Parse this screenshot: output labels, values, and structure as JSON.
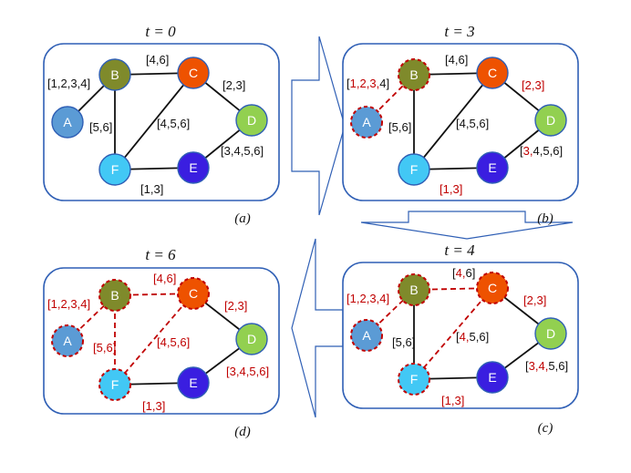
{
  "colors": {
    "panel_border": "#2f5fb5",
    "edge_black": "#111111",
    "edge_red": "#c00000",
    "text_black": "#111111",
    "text_red": "#c00000",
    "arrow_stroke": "#2f5fb5",
    "node_A": "#5b9bd5",
    "node_B": "#7f8a2b",
    "node_C": "#ee5200",
    "node_D": "#92d050",
    "node_E": "#3a1ee0",
    "node_F": "#42c8f5"
  },
  "nodes": [
    "A",
    "B",
    "C",
    "D",
    "E",
    "F"
  ],
  "panels": [
    {
      "id": "a",
      "title": "t = 0",
      "caption": "(a)",
      "infected_nodes": [],
      "edges": [
        {
          "from": "A",
          "to": "B",
          "infected": false,
          "label": [
            "1",
            "2",
            "3",
            "4"
          ],
          "red_count": 0
        },
        {
          "from": "B",
          "to": "C",
          "infected": false,
          "label": [
            "4",
            "6"
          ],
          "red_count": 0
        },
        {
          "from": "C",
          "to": "D",
          "infected": false,
          "label": [
            "2",
            "3"
          ],
          "red_count": 0
        },
        {
          "from": "B",
          "to": "F",
          "infected": false,
          "label": [
            "5",
            "6"
          ],
          "red_count": 0
        },
        {
          "from": "C",
          "to": "F",
          "infected": false,
          "label": [
            "4",
            "5",
            "6"
          ],
          "red_count": 0
        },
        {
          "from": "D",
          "to": "E",
          "infected": false,
          "label": [
            "3",
            "4",
            "5",
            "6"
          ],
          "red_count": 0
        },
        {
          "from": "F",
          "to": "E",
          "infected": false,
          "label": [
            "1",
            "3"
          ],
          "red_count": 0
        }
      ]
    },
    {
      "id": "b",
      "title": "t = 3",
      "caption": "(b)",
      "infected_nodes": [
        "A",
        "B"
      ],
      "edges": [
        {
          "from": "A",
          "to": "B",
          "infected": true,
          "label": [
            "1",
            "2",
            "3",
            "4"
          ],
          "red_count": 3
        },
        {
          "from": "B",
          "to": "C",
          "infected": false,
          "label": [
            "4",
            "6"
          ],
          "red_count": 0
        },
        {
          "from": "C",
          "to": "D",
          "infected": false,
          "label": [
            "2",
            "3"
          ],
          "red_count": 2
        },
        {
          "from": "B",
          "to": "F",
          "infected": false,
          "label": [
            "5",
            "6"
          ],
          "red_count": 0
        },
        {
          "from": "C",
          "to": "F",
          "infected": false,
          "label": [
            "4",
            "5",
            "6"
          ],
          "red_count": 0
        },
        {
          "from": "D",
          "to": "E",
          "infected": false,
          "label": [
            "3",
            "4",
            "5",
            "6"
          ],
          "red_count": 1
        },
        {
          "from": "F",
          "to": "E",
          "infected": false,
          "label": [
            "1",
            "3"
          ],
          "red_count": 2
        }
      ]
    },
    {
      "id": "c",
      "title": "t = 4",
      "caption": "(c)",
      "infected_nodes": [
        "A",
        "B",
        "C",
        "F"
      ],
      "edges": [
        {
          "from": "A",
          "to": "B",
          "infected": true,
          "label": [
            "1",
            "2",
            "3",
            "4"
          ],
          "red_count": 4
        },
        {
          "from": "B",
          "to": "C",
          "infected": true,
          "label": [
            "4",
            "6"
          ],
          "red_count": 1
        },
        {
          "from": "C",
          "to": "D",
          "infected": false,
          "label": [
            "2",
            "3"
          ],
          "red_count": 2
        },
        {
          "from": "B",
          "to": "F",
          "infected": false,
          "label": [
            "5",
            "6"
          ],
          "red_count": 0
        },
        {
          "from": "C",
          "to": "F",
          "infected": true,
          "label": [
            "4",
            "5",
            "6"
          ],
          "red_count": 1
        },
        {
          "from": "D",
          "to": "E",
          "infected": false,
          "label": [
            "3",
            "4",
            "5",
            "6"
          ],
          "red_count": 2
        },
        {
          "from": "F",
          "to": "E",
          "infected": false,
          "label": [
            "1",
            "3"
          ],
          "red_count": 2
        }
      ]
    },
    {
      "id": "d",
      "title": "t = 6",
      "caption": "(d)",
      "infected_nodes": [
        "A",
        "B",
        "C",
        "F"
      ],
      "edges": [
        {
          "from": "A",
          "to": "B",
          "infected": true,
          "label": [
            "1",
            "2",
            "3",
            "4"
          ],
          "red_count": 4
        },
        {
          "from": "B",
          "to": "C",
          "infected": true,
          "label": [
            "4",
            "6"
          ],
          "red_count": 2
        },
        {
          "from": "C",
          "to": "D",
          "infected": false,
          "label": [
            "2",
            "3"
          ],
          "red_count": 2
        },
        {
          "from": "B",
          "to": "F",
          "infected": true,
          "label": [
            "5",
            "6"
          ],
          "red_count": 2
        },
        {
          "from": "C",
          "to": "F",
          "infected": true,
          "label": [
            "4",
            "5",
            "6"
          ],
          "red_count": 3
        },
        {
          "from": "D",
          "to": "E",
          "infected": false,
          "label": [
            "3",
            "4",
            "5",
            "6"
          ],
          "red_count": 4
        },
        {
          "from": "F",
          "to": "E",
          "infected": false,
          "label": [
            "1",
            "3"
          ],
          "red_count": 2
        }
      ]
    }
  ]
}
